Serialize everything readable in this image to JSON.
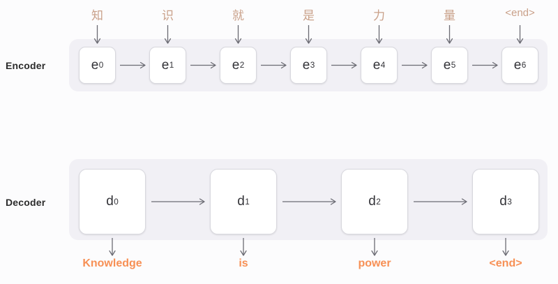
{
  "diagram": {
    "title": "Encoder-Decoder sequence-to-sequence diagram",
    "colors": {
      "panel_background": "#F1F0F5",
      "page_background": "#FCFCFD",
      "cell_background": "#FFFFFF",
      "cell_border": "#D8D8DE",
      "input_token_color": "#C9A089",
      "output_token_color": "#F79055",
      "row_label_color": "#2B2B2B",
      "arrow_color": "#6B6B73"
    }
  },
  "encoder": {
    "row_label": "Encoder",
    "input_tokens": [
      {
        "text": "知",
        "script": "han"
      },
      {
        "text": "识",
        "script": "han"
      },
      {
        "text": "就",
        "script": "han"
      },
      {
        "text": "是",
        "script": "han"
      },
      {
        "text": "力",
        "script": "han"
      },
      {
        "text": "量",
        "script": "han"
      },
      {
        "text": "<end>",
        "script": "latin"
      }
    ],
    "cells": [
      {
        "base": "e",
        "sub": "0"
      },
      {
        "base": "e",
        "sub": "1"
      },
      {
        "base": "e",
        "sub": "2"
      },
      {
        "base": "e",
        "sub": "3"
      },
      {
        "base": "e",
        "sub": "4"
      },
      {
        "base": "e",
        "sub": "5"
      },
      {
        "base": "e",
        "sub": "6"
      }
    ]
  },
  "decoder": {
    "row_label": "Decoder",
    "cells": [
      {
        "base": "d",
        "sub": "0"
      },
      {
        "base": "d",
        "sub": "1"
      },
      {
        "base": "d",
        "sub": "2"
      },
      {
        "base": "d",
        "sub": "3"
      }
    ],
    "output_tokens": [
      "Knowledge",
      "is",
      "power",
      "<end>"
    ]
  }
}
